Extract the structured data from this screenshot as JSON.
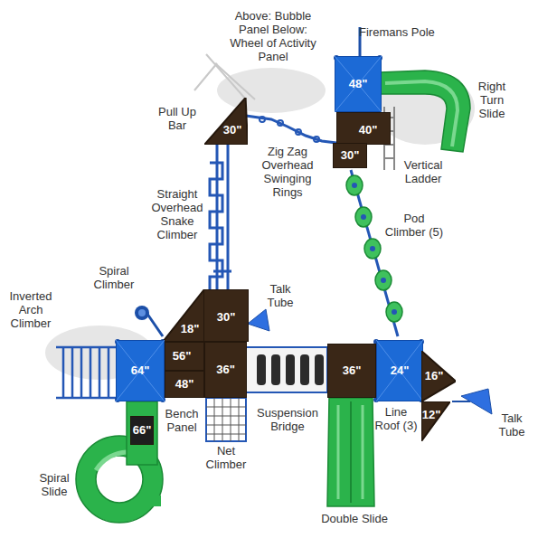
{
  "diagram": {
    "nodes": [
      {
        "text": [
          "48\""
        ]
      },
      {
        "text": [
          "30\""
        ]
      },
      {
        "text": [
          "40\""
        ]
      },
      {
        "text": [
          "30\""
        ]
      },
      {
        "text": [
          "30\""
        ]
      },
      {
        "text": [
          "18\""
        ]
      },
      {
        "text": [
          "64\""
        ]
      },
      {
        "text": [
          "56\""
        ]
      },
      {
        "text": [
          "36\""
        ]
      },
      {
        "text": [
          "36\""
        ]
      },
      {
        "text": [
          "24\""
        ]
      },
      {
        "text": [
          "16\""
        ]
      },
      {
        "text": [
          "48\""
        ]
      },
      {
        "text": [
          "12\""
        ]
      },
      {
        "text": [
          "66\""
        ]
      }
    ],
    "labels": [
      "Above: Bubble Panel Below: Wheel of Activity Panel",
      "Firemans Pole",
      "Right Turn Slide",
      "Pull Up Bar",
      "Zig Zag Overhead Swinging Rings",
      "Vertical Ladder",
      "Straight Overhead Snake Climber",
      "Pod Climber (5)",
      "Spiral Climber",
      "Inverted Arch Climber",
      "Talk Tube",
      "Bench Panel",
      "Suspension Bridge",
      "Line Roof (3)",
      "Talk Tube",
      "Net Climber",
      "Spiral Slide",
      "Double Slide"
    ]
  }
}
